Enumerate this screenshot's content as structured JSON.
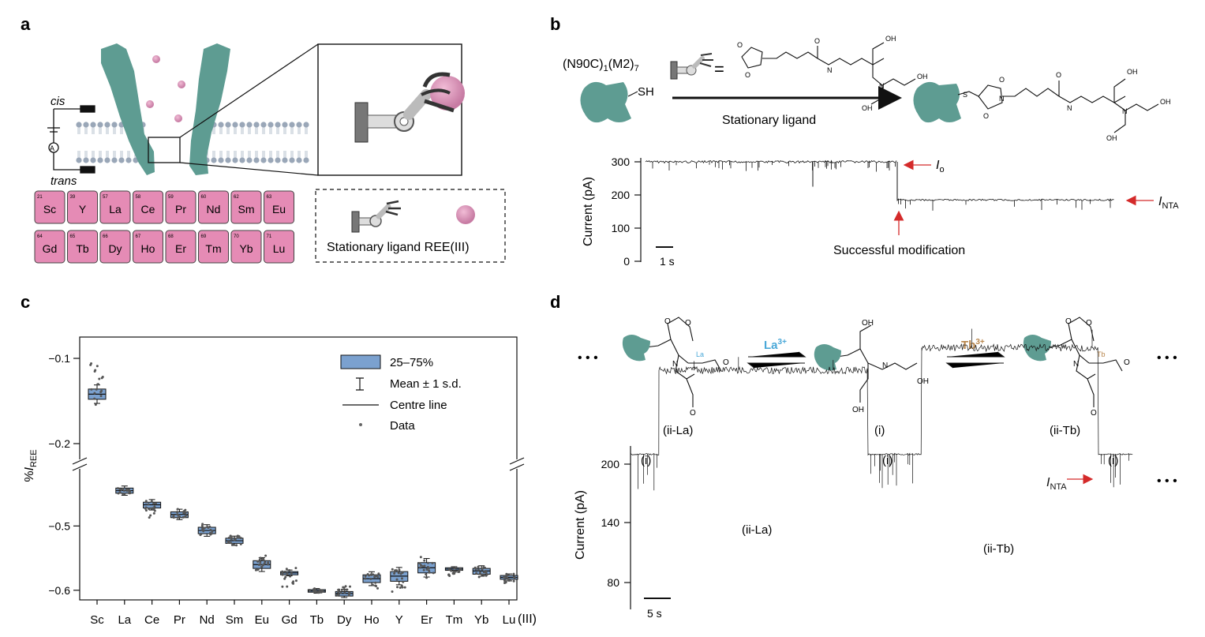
{
  "panels": {
    "a": "a",
    "b": "b",
    "c": "c",
    "d": "d"
  },
  "panel_a": {
    "cis": "cis",
    "trans": "trans",
    "meter": "A",
    "elements": [
      {
        "n": "21",
        "s": "Sc"
      },
      {
        "n": "39",
        "s": "Y"
      },
      {
        "n": "57",
        "s": "La"
      },
      {
        "n": "58",
        "s": "Ce"
      },
      {
        "n": "59",
        "s": "Pr"
      },
      {
        "n": "60",
        "s": "Nd"
      },
      {
        "n": "62",
        "s": "Sm"
      },
      {
        "n": "63",
        "s": "Eu"
      },
      {
        "n": "64",
        "s": "Gd"
      },
      {
        "n": "65",
        "s": "Tb"
      },
      {
        "n": "66",
        "s": "Dy"
      },
      {
        "n": "67",
        "s": "Ho"
      },
      {
        "n": "68",
        "s": "Er"
      },
      {
        "n": "69",
        "s": "Tm"
      },
      {
        "n": "70",
        "s": "Yb"
      },
      {
        "n": "71",
        "s": "Lu"
      }
    ],
    "legend_text": "Stationary ligand REE(III)"
  },
  "panel_b": {
    "construct": "(N90C)",
    "construct_sub1": "1",
    "construct_mid": "(M2)",
    "construct_sub2": "7",
    "thiol": "SH",
    "equals": "=",
    "arrow_label": "Stationary ligand",
    "chem_labels": {
      "O": "O",
      "N": "N",
      "H": "H",
      "S": "S",
      "OH": "OH"
    },
    "ylabel": "Current (pA)",
    "yticks": [
      "300",
      "200",
      "100",
      "0"
    ],
    "scalebar": "1 s",
    "io_main": "I",
    "io_sub": "o",
    "inta_main": "I",
    "inta_sub": "NTA",
    "annotation": "Successful modification"
  },
  "panel_c": {
    "ylabel_pre": "%",
    "ylabel_i": "I",
    "ylabel_sub": "REE",
    "legend": [
      "25–75%",
      "Mean ± 1 s.d.",
      "Centre line",
      "Data"
    ],
    "suffix": "(III)",
    "chart_data": {
      "type": "box",
      "categories": [
        "Sc",
        "La",
        "Ce",
        "Pr",
        "Nd",
        "Sm",
        "Eu",
        "Gd",
        "Tb",
        "Dy",
        "Ho",
        "Y",
        "Er",
        "Tm",
        "Yb",
        "Lu"
      ],
      "medians": [
        -0.142,
        -0.445,
        -0.467,
        -0.482,
        -0.507,
        -0.523,
        -0.56,
        -0.573,
        -0.601,
        -0.605,
        -0.582,
        -0.578,
        -0.565,
        -0.567,
        -0.57,
        -0.58
      ],
      "q1": [
        -0.148,
        -0.449,
        -0.472,
        -0.487,
        -0.512,
        -0.527,
        -0.566,
        -0.576,
        -0.603,
        -0.609,
        -0.588,
        -0.586,
        -0.573,
        -0.569,
        -0.575,
        -0.583
      ],
      "q3": [
        -0.136,
        -0.441,
        -0.463,
        -0.478,
        -0.502,
        -0.519,
        -0.554,
        -0.571,
        -0.599,
        -0.602,
        -0.576,
        -0.571,
        -0.557,
        -0.565,
        -0.566,
        -0.577
      ],
      "ymin": [
        -0.158,
        -0.455,
        -0.495,
        -0.49,
        -0.518,
        -0.532,
        -0.573,
        -0.595,
        -0.605,
        -0.612,
        -0.598,
        -0.605,
        -0.583,
        -0.582,
        -0.583,
        -0.593
      ],
      "ymax": [
        -0.098,
        -0.438,
        -0.455,
        -0.472,
        -0.495,
        -0.512,
        -0.545,
        -0.56,
        -0.597,
        -0.59,
        -0.57,
        -0.56,
        -0.548,
        -0.561,
        -0.56,
        -0.571
      ],
      "yticks_top": [
        -0.1,
        -0.2
      ],
      "yticks_bottom": [
        -0.5,
        -0.6
      ],
      "ylim_top": [
        -0.225,
        -0.075
      ],
      "ylim_bottom": [
        -0.615,
        -0.405
      ],
      "axis_break": true
    }
  },
  "panel_d": {
    "ellipsis": "• • •",
    "states": [
      "(ii-La)",
      "(i)",
      "(ii-Tb)"
    ],
    "la_ion": "La",
    "la_charge": "3+",
    "tb_ion": "Tb",
    "tb_charge": "3+",
    "chem_labels": {
      "O": "O",
      "N": "N",
      "OH": "OH",
      "La": "La",
      "Tb": "Tb"
    },
    "ylabel": "Current (pA)",
    "yticks": [
      "200",
      "140",
      "80"
    ],
    "trace_labels": [
      "(i)",
      "(ii-La)",
      "(i)",
      "(ii-Tb)",
      "(i)"
    ],
    "inta_main": "I",
    "inta_sub": "NTA",
    "scalebar": "5 s"
  },
  "colors": {
    "protein": "#5e9c92",
    "element_fill": "#e58bb5",
    "ion": "#c77ba3",
    "box_fill": "#7ba1cf",
    "arrow_red": "#d42a2a",
    "la_blue": "#4aa8d8",
    "tb_brown": "#b8864c"
  }
}
